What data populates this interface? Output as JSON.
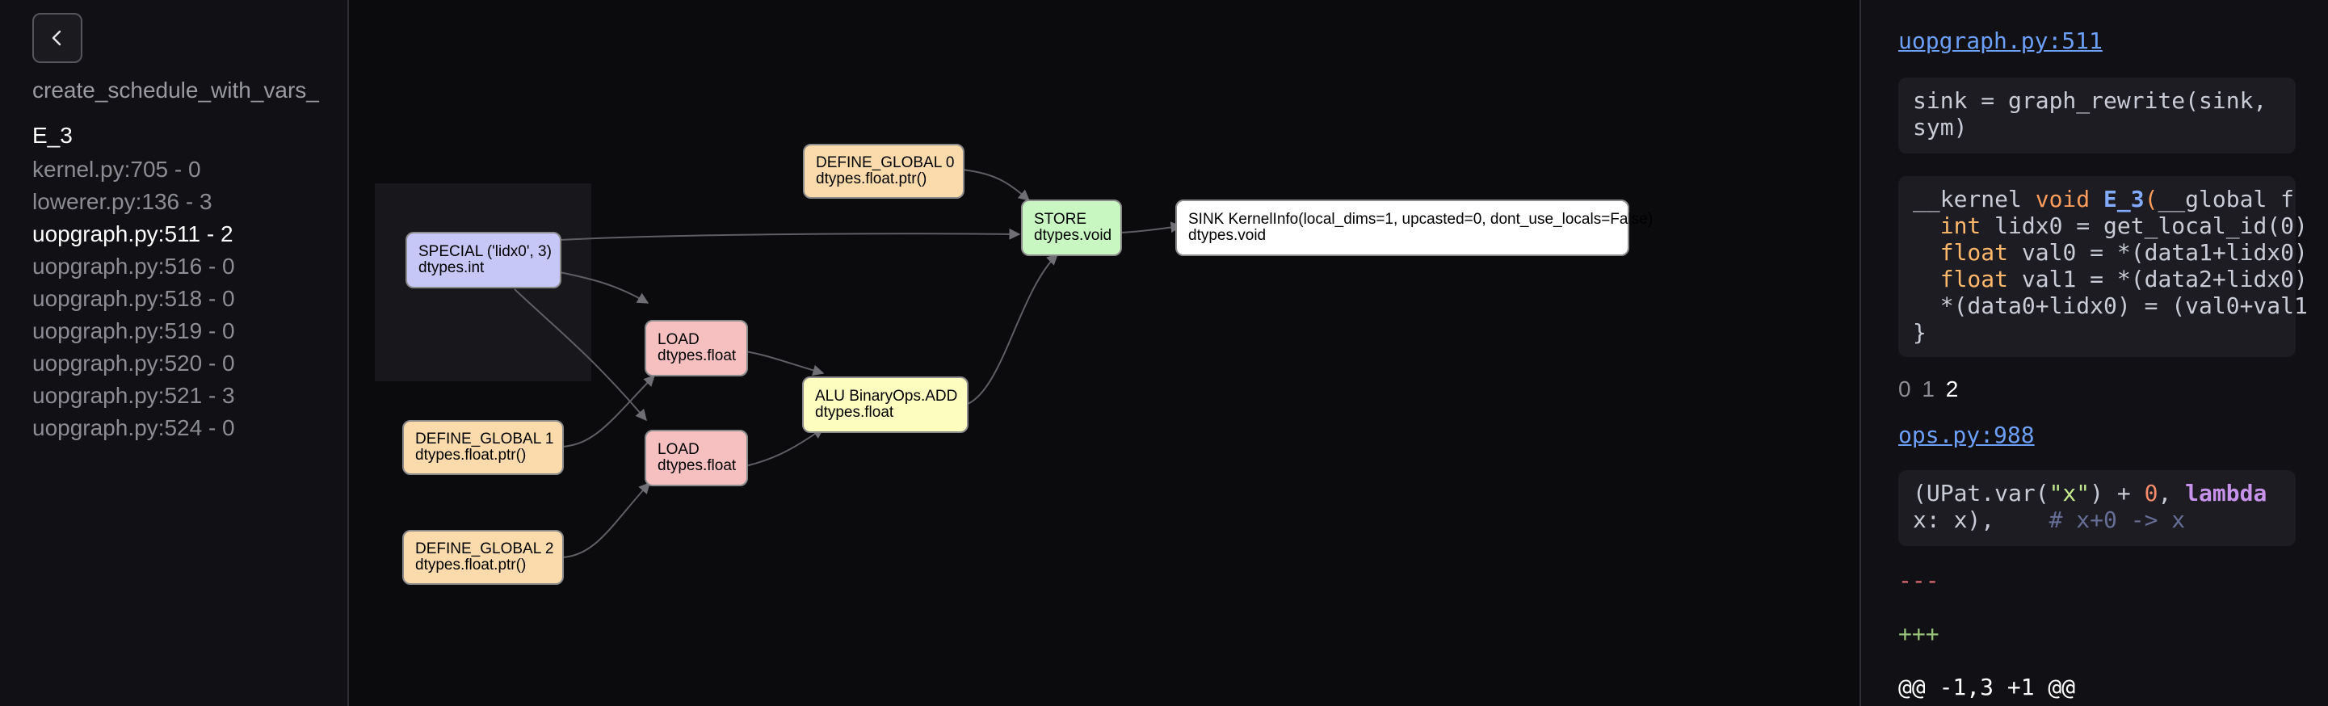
{
  "sidebar": {
    "function_name": "create_schedule_with_vars_",
    "kernel_name": "E_3",
    "rewrites": [
      {
        "label": "kernel.py:705 - 0",
        "active": false
      },
      {
        "label": "lowerer.py:136 - 3",
        "active": false
      },
      {
        "label": "uopgraph.py:511 - 2",
        "active": true
      },
      {
        "label": "uopgraph.py:516 - 0",
        "active": false
      },
      {
        "label": "uopgraph.py:518 - 0",
        "active": false
      },
      {
        "label": "uopgraph.py:519 - 0",
        "active": false
      },
      {
        "label": "uopgraph.py:520 - 0",
        "active": false
      },
      {
        "label": "uopgraph.py:521 - 3",
        "active": false
      },
      {
        "label": "uopgraph.py:524 - 0",
        "active": false
      }
    ]
  },
  "graph": {
    "nodes": {
      "define_global_0": {
        "line1": "DEFINE_GLOBAL 0",
        "line2": "dtypes.float.ptr()",
        "color": "#fbdbab"
      },
      "special": {
        "line1": "SPECIAL ('lidx0', 3)",
        "line2": "dtypes.int",
        "color": "#c6c6f7"
      },
      "store": {
        "line1": "STORE",
        "line2": "dtypes.void",
        "color": "#c8f7c2"
      },
      "sink": {
        "line1": "SINK KernelInfo(local_dims=1, upcasted=0, dont_use_locals=False)",
        "line2": "dtypes.void",
        "color": "#ffffff"
      },
      "load_1": {
        "line1": "LOAD",
        "line2": "dtypes.float",
        "color": "#f7c0c0"
      },
      "alu": {
        "line1": "ALU BinaryOps.ADD",
        "line2": "dtypes.float",
        "color": "#fdfdc0"
      },
      "define_global_1": {
        "line1": "DEFINE_GLOBAL 1",
        "line2": "dtypes.float.ptr()",
        "color": "#fbdbab"
      },
      "load_2": {
        "line1": "LOAD",
        "line2": "dtypes.float",
        "color": "#f7c0c0"
      },
      "define_global_2": {
        "line1": "DEFINE_GLOBAL 2",
        "line2": "dtypes.float.ptr()",
        "color": "#fbdbab"
      }
    }
  },
  "panel": {
    "link1": "uopgraph.py:511",
    "code1": [
      "sink = graph_rewrite(sink,",
      "sym)"
    ],
    "kernel_code": {
      "l1": [
        "__kernel ",
        "void ",
        "E_3",
        "(",
        "__global f"
      ],
      "l2": [
        "  ",
        "int",
        " lidx0 = get_local_id(0)"
      ],
      "l3": [
        "  ",
        "float",
        " val0 = *(data1+lidx0)"
      ],
      "l4": [
        "  ",
        "float",
        " val1 = *(data2+lidx0)"
      ],
      "l5": "  *(data0+lidx0) = (val0+val1",
      "l6": "}"
    },
    "indices": [
      {
        "label": "0",
        "active": false
      },
      {
        "label": "1",
        "active": false
      },
      {
        "label": "2",
        "active": true
      }
    ],
    "link2": "ops.py:988",
    "pattern": {
      "a": "(UPat.var(",
      "b": "\"x\"",
      "c": ") + ",
      "d": "0",
      "e": ", ",
      "f": "lambda",
      "g": "x: x),    ",
      "h": "# x+0 -> x"
    },
    "diff_minus": "---",
    "diff_plus": "+++",
    "diff_hunk": "@@ -1,3 +1 @@"
  }
}
